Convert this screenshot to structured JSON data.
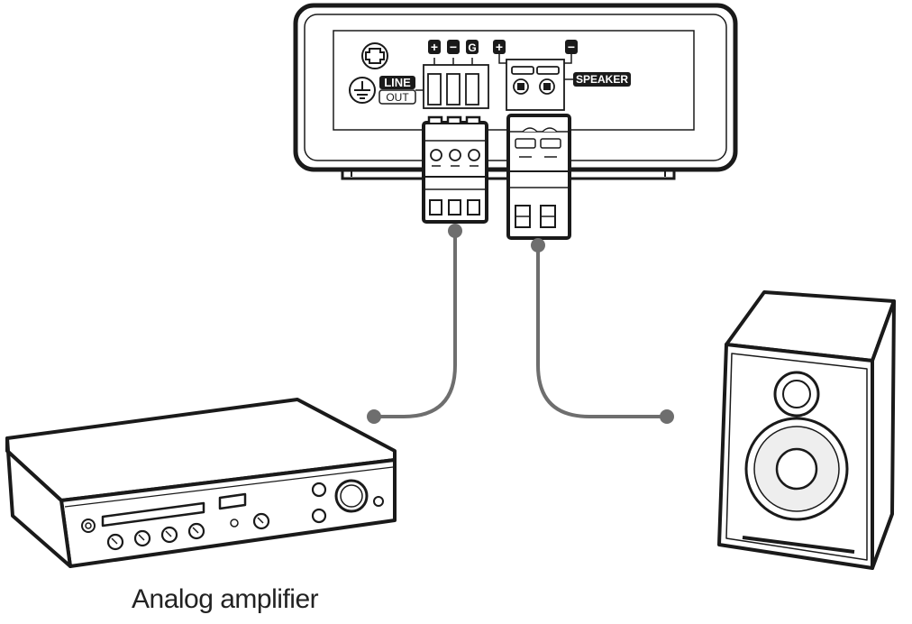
{
  "device": {
    "pin_plus": "+",
    "pin_minus": "−",
    "pin_ground": "G",
    "spk_plus": "+",
    "spk_minus": "−",
    "line_label": "LINE",
    "out_label": "OUT",
    "speaker_label": "SPEAKER"
  },
  "captions": {
    "amplifier": "Analog amplifier"
  },
  "colors": {
    "outline": "#1a1a1a",
    "cable": "#6e6e6e",
    "label_bg": "#1a1a1a",
    "label_fg": "#ffffff"
  },
  "icons": {
    "mount": "mounting-hole-icon",
    "ground": "ground-symbol-icon"
  }
}
